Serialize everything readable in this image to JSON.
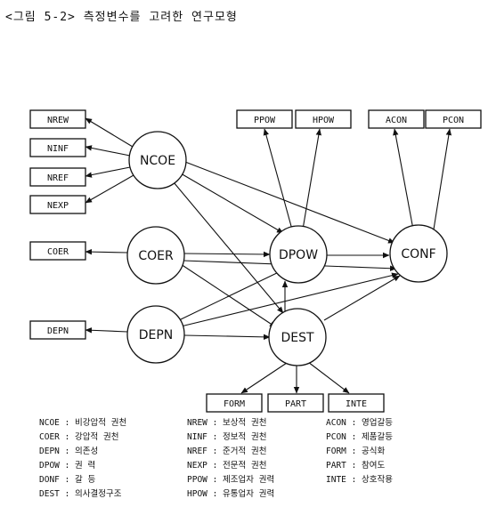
{
  "title": "<그림 5-2> 측정변수를 고려한 연구모형",
  "nodes": {
    "NCOE": "NCOE",
    "COER": "COER",
    "DEPN": "DEPN",
    "DPOW": "DPOW",
    "DEST": "DEST",
    "CONF": "CONF"
  },
  "boxes": {
    "NREW": "NREW",
    "NINF": "NINF",
    "NREF": "NREF",
    "NEXP": "NEXP",
    "COER_M": "COER",
    "DEPN_M": "DEPN",
    "PPOW": "PPOW",
    "HPOW": "HPOW",
    "ACON": "ACON",
    "PCON": "PCON",
    "FORM": "FORM",
    "PART": "PART",
    "INTE": "INTE"
  },
  "legend": [
    [
      "NCOE : 비강압적 권천",
      "NREW : 보상적 권천",
      "ACON : 영업갈등"
    ],
    [
      "COER : 강압적 권천",
      "NINF : 정보적 권천",
      "PCON : 제품갈등"
    ],
    [
      "DEPN : 의존성",
      "NREF : 준거적 권천",
      "FORM : 공식화"
    ],
    [
      "DPOW : 권 력",
      "NEXP : 전문적 권천",
      "PART : 참여도"
    ],
    [
      "DONF : 갈 등",
      "PPOW : 제조업자 권력",
      "INTE : 상호작용"
    ],
    [
      "DEST : 의사결정구조",
      "HPOW : 유통업자 권력",
      ""
    ]
  ]
}
